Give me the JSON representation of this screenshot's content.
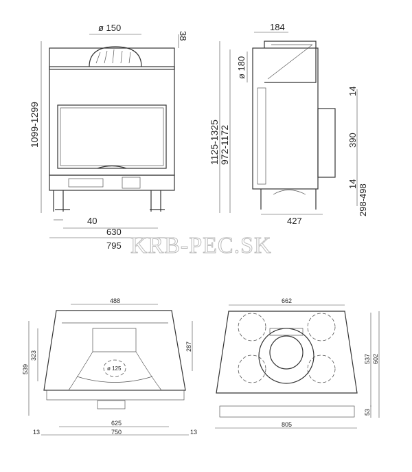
{
  "watermark": "KRB-PEC.SK",
  "front_view": {
    "flue_diameter": "ø 150",
    "top_offset": "38",
    "height_range": "1099-1299",
    "leg_offset": "40",
    "inner_width": "630",
    "total_width": "795"
  },
  "side_view": {
    "top_width": "184",
    "flue_diameter": "ø 180",
    "height_range_total": "1125-1325",
    "height_range": "972-1172",
    "gap_top": "14",
    "door_height": "390",
    "gap_bottom": "14",
    "leg_range": "298-498",
    "depth": "427"
  },
  "plan_front": {
    "top_width": "488",
    "flue_diameter": "ø 125",
    "depth_total": "539",
    "depth_inner": "323",
    "depth_side": "287",
    "inner_width": "625",
    "total_width": "750",
    "margin_left": "13",
    "margin_right": "13"
  },
  "plan_rear": {
    "top_width": "662",
    "depth_inner": "537",
    "depth_total": "602",
    "frame_depth": "53",
    "total_width": "805"
  }
}
